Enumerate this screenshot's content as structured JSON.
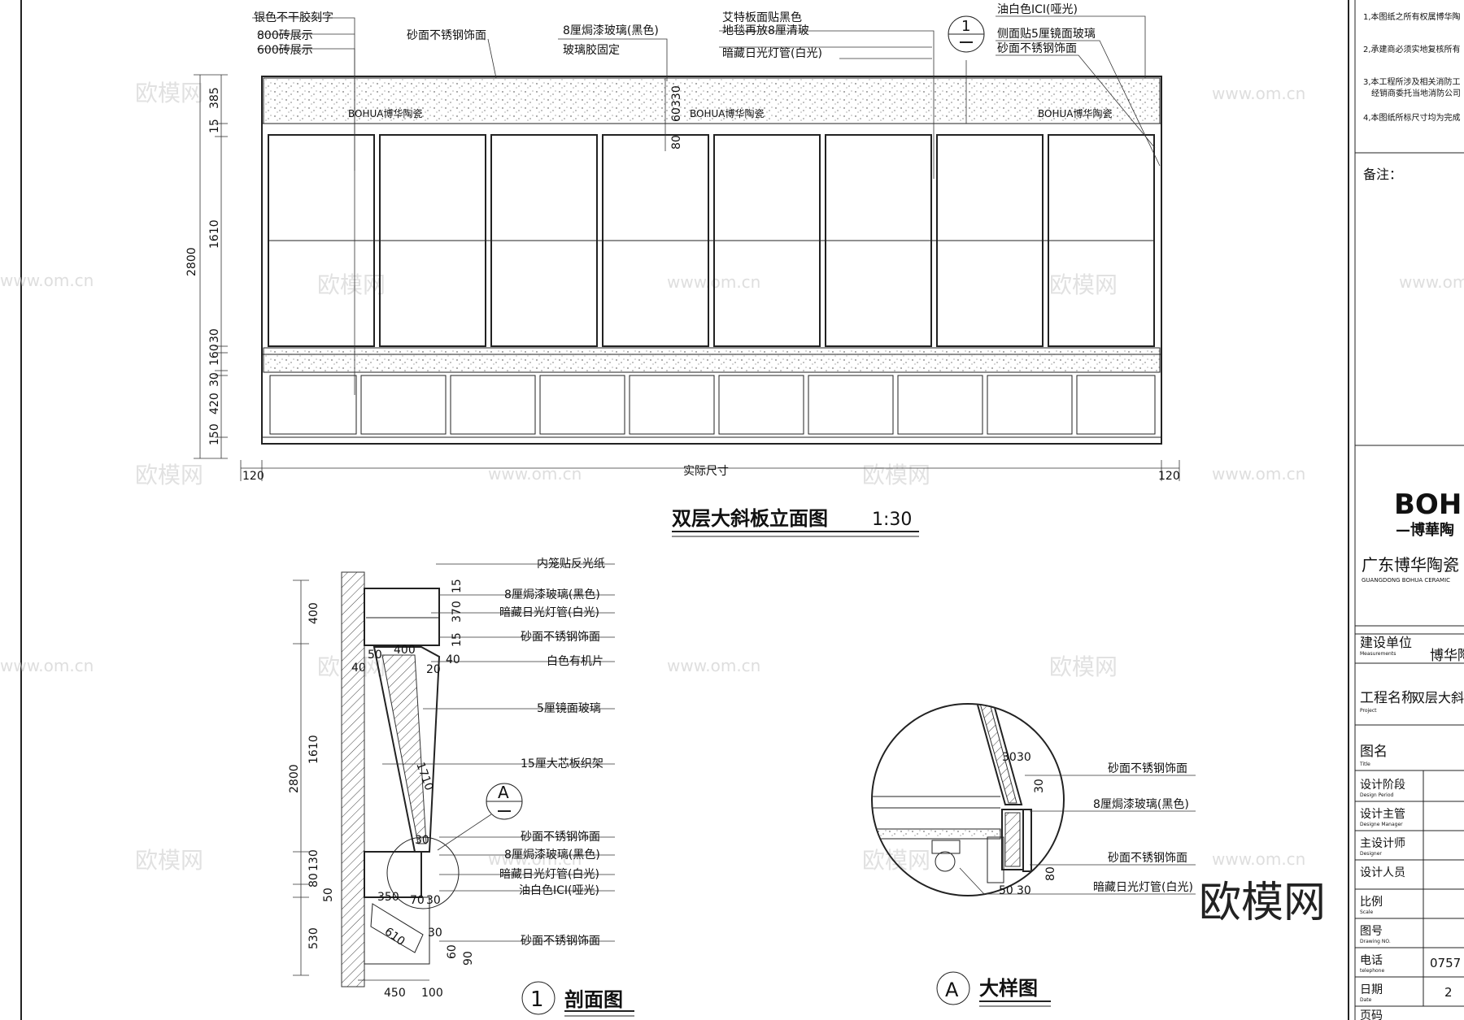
{
  "elevation": {
    "title": "双层大斜板立面图",
    "scale": "1:30",
    "callouts_left": [
      "银色不干胶刻字",
      "800砖展示",
      "600砖展示"
    ],
    "callout_top1": "砂面不锈钢饰面",
    "callout_top2a": "8厘焗漆玻璃(黑色)",
    "callout_top2b": "玻璃胶固定",
    "callout_top3a": "艾特板面贴黑色",
    "callout_top3b": "地毯再放8厘清玻",
    "callout_top3c": "暗藏日光灯管(白光)",
    "callout_right1": "油白色ICI(哑光)",
    "callout_right2": "侧面贴5厘镜面玻璃",
    "callout_right3": "砂面不锈钢饰面",
    "section_marker": "1",
    "brand_text": "BOHUA博华陶瓷",
    "dim_total": "2800",
    "dims_vertical": [
      "385",
      "15",
      "1610",
      "30",
      "160",
      "30",
      "420",
      "150"
    ],
    "dims_inner": [
      "330",
      "60",
      "80"
    ],
    "dim_left": "120",
    "dim_right": "120",
    "dim_bottom": "实际尺寸"
  },
  "section": {
    "title": "剖面图",
    "number": "1",
    "labels": [
      "内笼贴反光纸",
      "8厘焗漆玻璃(黑色)",
      "暗藏日光灯管(白光)",
      "砂面不锈钢饰面",
      "白色有机片",
      "5厘镜面玻璃",
      "15厘大芯板织架",
      "砂面不锈钢饰面",
      "8厘焗漆玻璃(黑色)",
      "暗藏日光灯管(白光)",
      "油白色ICI(哑光)",
      "砂面不锈钢饰面"
    ],
    "dims_left": [
      "400",
      "1610",
      "2800",
      "130",
      "80",
      "50",
      "530"
    ],
    "dims_inner": [
      "15",
      "370",
      "15",
      "400",
      "50",
      "40",
      "20",
      "40",
      "1710",
      "30",
      "350",
      "70",
      "30",
      "610",
      "30",
      "60",
      "90",
      "450",
      "100"
    ],
    "detail_marker": "A"
  },
  "detail": {
    "title": "大样图",
    "marker": "A",
    "labels": [
      "砂面不锈钢饰面",
      "8厘焗漆玻璃(黑色)",
      "砂面不锈钢饰面",
      "暗藏日光灯管(白光)"
    ],
    "dims": [
      "30",
      "30",
      "30",
      "80",
      "50",
      "30"
    ]
  },
  "notes": {
    "items": [
      "1,本图纸之所有权属博华陶",
      "2,承建商必须实地复核所有",
      "3,本工程所涉及相关消防工",
      "经销商委托当地消防公司",
      "4,本图纸所标尺寸均为完成"
    ],
    "remark": "备注："
  },
  "titleblock": {
    "brand": "BOH",
    "brand_sub": "—博華陶",
    "company": "广东博华陶瓷",
    "company_en": "GUANGDONG BOHUA CERAMIC",
    "rows": [
      {
        "cn": "建设单位",
        "en": "Measurements",
        "value": "博华陶"
      },
      {
        "cn": "工程名称",
        "en": "Project",
        "value": "双层大斜板"
      },
      {
        "cn": "图名",
        "en": "Title",
        "value": ""
      },
      {
        "cn": "设计阶段",
        "en": "Design Period",
        "value": ""
      },
      {
        "cn": "设计主管",
        "en": "Designe Manager",
        "value": ""
      },
      {
        "cn": "主设计师",
        "en": "Designer",
        "value": ""
      },
      {
        "cn": "设计人员",
        "en": "",
        "value": ""
      },
      {
        "cn": "比例",
        "en": "Scale",
        "value": ""
      },
      {
        "cn": "图号",
        "en": "Drawing NO.",
        "value": ""
      },
      {
        "cn": "电话",
        "en": "telephone",
        "value": "0757"
      },
      {
        "cn": "日期",
        "en": "Date",
        "value": "2"
      },
      {
        "cn": "页码",
        "en": "",
        "value": ""
      }
    ]
  },
  "watermark": {
    "cn": "欧模网",
    "url": "www.om.cn",
    "big": "欧模网"
  }
}
